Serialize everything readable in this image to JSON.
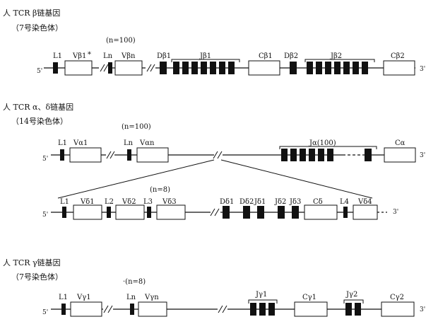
{
  "sections": {
    "tcr_beta": {
      "title": "人 TCR β链基因",
      "chromosome": "（7号染色体）",
      "count": "(n=100)",
      "labels": {
        "L1": "L1",
        "V1": "Vβ1",
        "V1_mark": "*",
        "Ln": "Ln",
        "Vn": "Vβn",
        "D1": "Dβ1",
        "J1": "Jβ1",
        "C1": "Cβ1",
        "D2": "Dβ2",
        "J2": "Jβ2",
        "C2": "Cβ2"
      },
      "five_prime": "5'",
      "three_prime": "3'"
    },
    "tcr_alpha_delta": {
      "title": "人 TCR α、δ链基因",
      "chromosome": "（14号染色体）",
      "count": "(n=100)",
      "labels": {
        "L1": "L1",
        "V1": "Vα1",
        "Ln": "Ln",
        "Vn": "Vαn",
        "J": "Jα(100)",
        "C": "Cα"
      },
      "five_prime": "5'",
      "three_prime": "3'",
      "delta_locus": {
        "count": "(n=8)",
        "labels": {
          "L1": "L1",
          "Vd1": "Vδ1",
          "L2": "L2",
          "Vd2": "Vδ2",
          "L3": "L3",
          "Vd3": "Vδ3",
          "Dd1": "Dδ1",
          "Dd2": "Dδ2",
          "Jd1": "Jδ1",
          "Jd2": "Jδ2",
          "Jd3": "Jδ3",
          "Cd": "Cδ",
          "L4": "L4",
          "Vd4": "Vδ4"
        },
        "five_prime": "5'",
        "three_prime": "3'"
      }
    },
    "tcr_gamma": {
      "title": "人 TCR γ链基因",
      "chromosome": "（7号染色体）",
      "count": "·(n=8)",
      "labels": {
        "L1": "L1",
        "V1": "Vγ1",
        "Ln": "Ln",
        "Vn": "Vγn",
        "J1": "Jγ1",
        "C1": "Cγ1",
        "J2": "Jγ2",
        "C2": "Cγ2"
      },
      "five_prime": "5'",
      "three_prime": "3'"
    }
  }
}
